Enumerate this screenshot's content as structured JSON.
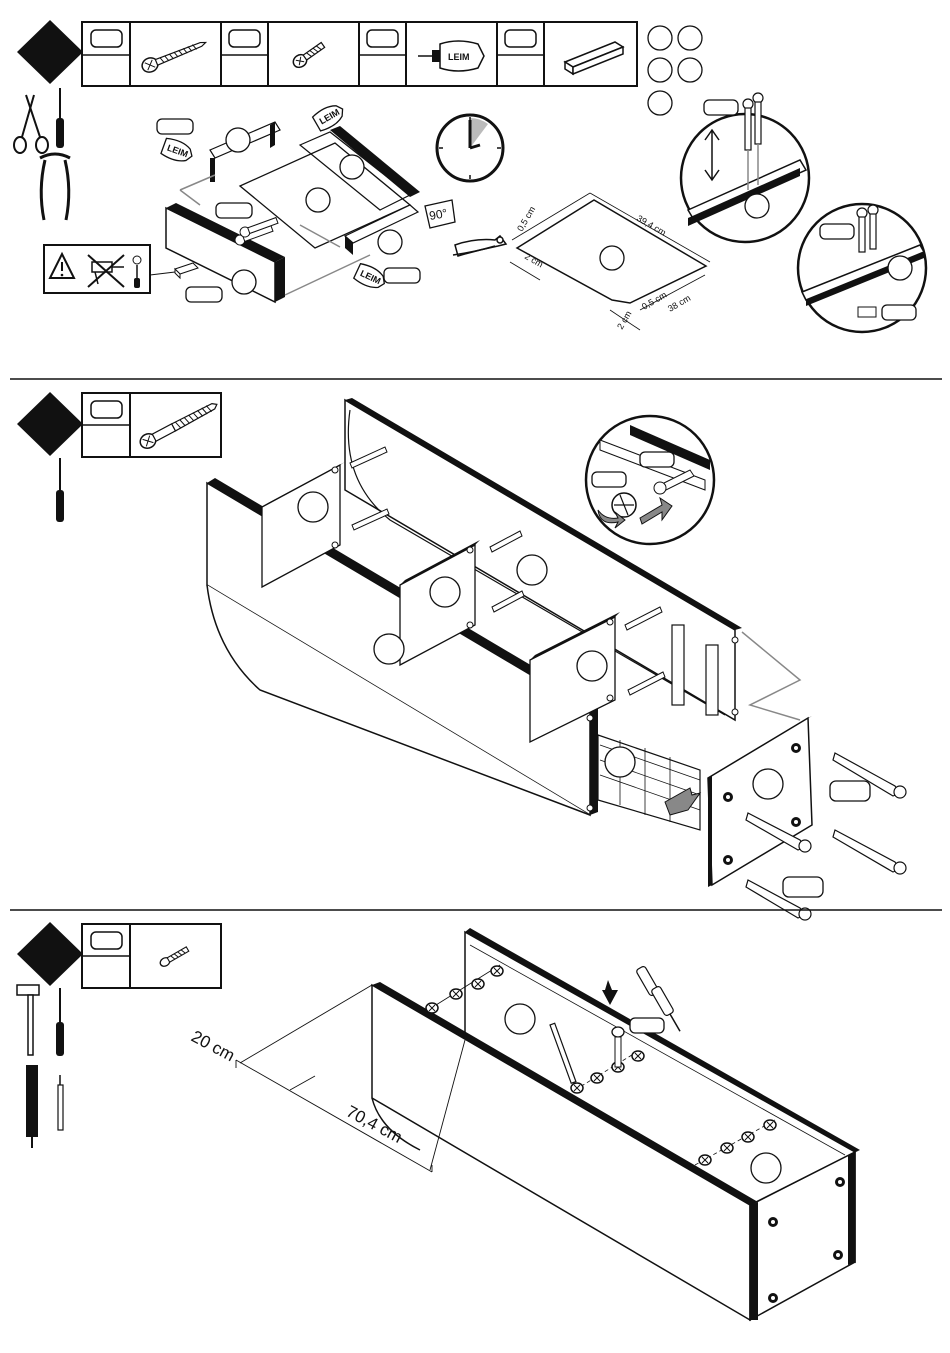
{
  "steps": [
    {
      "parts_strip": [
        {
          "name": "wood-screw",
          "icon": "long-screw-icon"
        },
        {
          "name": "short-screw",
          "icon": "short-screw-icon"
        },
        {
          "name": "glue-bottle",
          "icon": "glue-bottle-icon",
          "text": "LEIM"
        },
        {
          "name": "foam-pad",
          "icon": "pad-icon"
        }
      ],
      "tools": [
        "scissors-icon",
        "screwdriver-icon",
        "pincers-icon"
      ],
      "clock_icon": "clock-icon",
      "angle_label": "90°",
      "warning": {
        "icons": [
          "warning-triangle-icon",
          "no-drill-icon",
          "screwdriver-icon"
        ]
      },
      "glue_labels": [
        "LEIM",
        "LEIM",
        "LEIM"
      ],
      "bottom_panel_dims": [
        "0,5 cm",
        "39,4 cm",
        "2 cm",
        "0,5 cm",
        "38 cm",
        "2 cm"
      ]
    },
    {
      "parts_strip": [
        {
          "name": "long-bolt",
          "icon": "long-bolt-icon"
        }
      ],
      "tools": [
        "screwdriver-icon"
      ]
    },
    {
      "parts_strip": [
        {
          "name": "small-screw",
          "icon": "small-screw-icon"
        }
      ],
      "tools": [
        "hammer-icon",
        "screwdriver-icon",
        "drill-bit-icon",
        "pencil-icon"
      ],
      "dimensions": [
        "20 cm",
        "70,4 cm"
      ]
    }
  ]
}
